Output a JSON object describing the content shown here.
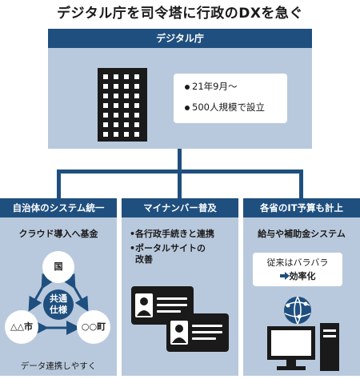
{
  "title": "デジタル庁を司令塔に行政のDXを急ぐ",
  "agency": {
    "label": "デジタル庁",
    "bullets": [
      "21年9月～",
      "500人規模で設立"
    ]
  },
  "columns": [
    {
      "heading": "自治体のシステム統一",
      "subheading": "クラウド導入へ基金",
      "nodes": {
        "top": "国",
        "left": "△△市",
        "right": "○○町"
      },
      "center_lines": [
        "共通",
        "仕様"
      ],
      "footer": "データ連携しやすく"
    },
    {
      "heading": "マイナンバー普及",
      "bullets": [
        {
          "lines": [
            "各行政手続きと連携"
          ]
        },
        {
          "lines": [
            "ポータルサイトの",
            "改善"
          ]
        }
      ]
    },
    {
      "heading": "各省のIT予算も計上",
      "subheading": "給与や補助金システム",
      "note_line1": "従来はバラバラ",
      "note_line2": "効率化"
    }
  ],
  "colors": {
    "navy": "#1f4f7e",
    "panel": "#b9c9dd",
    "text": "#1a1a1a"
  },
  "icons": [
    "building-icon",
    "arrow-cycle-icon",
    "id-card-icon",
    "arrow-right-icon",
    "computer-icon"
  ]
}
